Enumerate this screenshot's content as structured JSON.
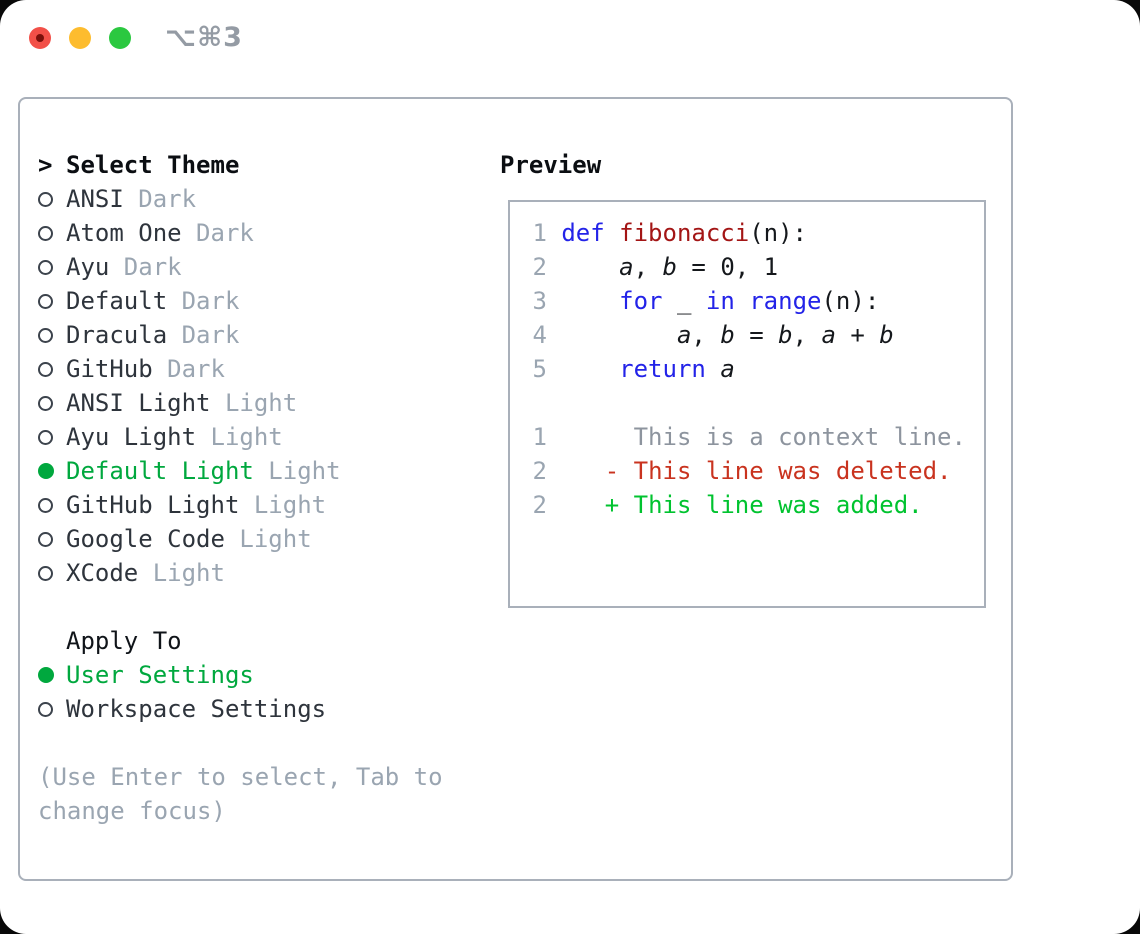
{
  "window": {
    "shortcut": "⌥⌘3"
  },
  "colors": {
    "green": "#00a83e",
    "add": "#00c32f",
    "del": "#c9331f",
    "kw": "#2323e8",
    "fn": "#a31515",
    "muted": "#9aa5b1",
    "ctx": "#8d949e",
    "text": "#2e343c",
    "codeText": "#15181c",
    "border": "#a9b0ba",
    "trafficRed": "#f25048",
    "trafficYellow": "#fdbc2e",
    "trafficGreen": "#2bc840"
  },
  "theme_list": {
    "prompt": ">",
    "title": "Select Theme",
    "items": [
      {
        "name": "ANSI",
        "variant": "Dark",
        "selected": false
      },
      {
        "name": "Atom One",
        "variant": "Dark",
        "selected": false
      },
      {
        "name": "Ayu",
        "variant": "Dark",
        "selected": false
      },
      {
        "name": "Default",
        "variant": "Dark",
        "selected": false
      },
      {
        "name": "Dracula",
        "variant": "Dark",
        "selected": false
      },
      {
        "name": "GitHub",
        "variant": "Dark",
        "selected": false
      },
      {
        "name": "ANSI Light",
        "variant": "Light",
        "selected": false
      },
      {
        "name": "Ayu Light",
        "variant": "Light",
        "selected": false
      },
      {
        "name": "Default Light",
        "variant": "Light",
        "selected": true
      },
      {
        "name": "GitHub Light",
        "variant": "Light",
        "selected": false
      },
      {
        "name": "Google Code",
        "variant": "Light",
        "selected": false
      },
      {
        "name": "XCode",
        "variant": "Light",
        "selected": false
      }
    ]
  },
  "apply_to": {
    "title": "Apply To",
    "options": [
      {
        "label": "User Settings",
        "selected": true
      },
      {
        "label": "Workspace Settings",
        "selected": false
      }
    ]
  },
  "help": {
    "line1": "(Use Enter to select, Tab to",
    "line2": "change focus)"
  },
  "preview": {
    "title": "Preview",
    "lines": [
      {
        "type": "code",
        "segs": [
          [
            " 1 ",
            "num"
          ],
          [
            "def ",
            "kw"
          ],
          [
            "fibonacci",
            "fn"
          ],
          [
            "(n):",
            "code"
          ]
        ]
      },
      {
        "type": "code",
        "segs": [
          [
            " 2 ",
            "num"
          ],
          [
            "    ",
            "code"
          ],
          [
            "a",
            "var"
          ],
          [
            ", ",
            "code"
          ],
          [
            "b",
            "var"
          ],
          [
            " = 0, 1",
            "code"
          ]
        ]
      },
      {
        "type": "code",
        "segs": [
          [
            " 3 ",
            "num"
          ],
          [
            "    ",
            "code"
          ],
          [
            "for",
            "kw"
          ],
          [
            " _ ",
            "code"
          ],
          [
            "in",
            "kw"
          ],
          [
            " ",
            "code"
          ],
          [
            "range",
            "kw"
          ],
          [
            "(n):",
            "code"
          ]
        ]
      },
      {
        "type": "code",
        "segs": [
          [
            " 4 ",
            "num"
          ],
          [
            "        ",
            "code"
          ],
          [
            "a",
            "var"
          ],
          [
            ", ",
            "code"
          ],
          [
            "b",
            "var"
          ],
          [
            " = ",
            "code"
          ],
          [
            "b",
            "var"
          ],
          [
            ", ",
            "code"
          ],
          [
            "a",
            "var"
          ],
          [
            " + ",
            "code"
          ],
          [
            "b",
            "var"
          ]
        ]
      },
      {
        "type": "code",
        "segs": [
          [
            " 5 ",
            "num"
          ],
          [
            "    ",
            "code"
          ],
          [
            "return",
            "kw"
          ],
          [
            " ",
            "code"
          ],
          [
            "a",
            "var"
          ]
        ]
      },
      {
        "type": "blank",
        "segs": []
      },
      {
        "type": "context",
        "segs": [
          [
            " 1 ",
            "num"
          ],
          [
            "     This is a context line.",
            "ctx"
          ]
        ]
      },
      {
        "type": "deleted",
        "segs": [
          [
            " 2 ",
            "num"
          ],
          [
            "   ",
            "code"
          ],
          [
            "- This line was deleted.",
            "del"
          ]
        ]
      },
      {
        "type": "added",
        "segs": [
          [
            " 2 ",
            "num"
          ],
          [
            "   ",
            "code"
          ],
          [
            "+ This line was added.",
            "add"
          ]
        ]
      }
    ]
  }
}
